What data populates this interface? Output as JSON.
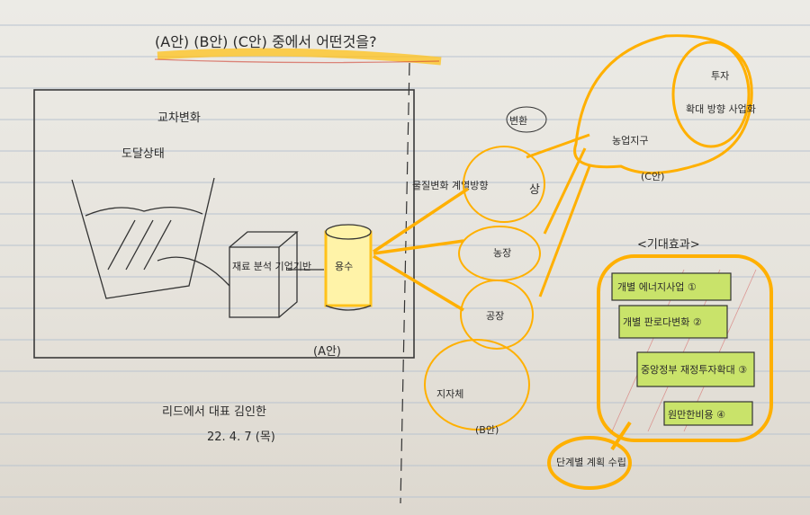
{
  "title": "(A안) (B안) (C안) 중에서 어떤것을?",
  "panel": {
    "heading": "교차변화",
    "subheading": "도달상태",
    "box_label": "재료 분석 기업기반",
    "cylinder_label": "용수",
    "version_tag": "(A안)"
  },
  "signature": {
    "line1": "리드에서 대표 김인한",
    "line2": "22. 4. 7 (목)"
  },
  "side_label": "물질변화 계열방향",
  "nodes": {
    "top_tag": "변환",
    "node1": "상",
    "node2": "농장",
    "node3": "공장",
    "node4": "지자체",
    "b_tag": "(B안)",
    "c_label": "농업지구",
    "c_tag": "(C안)",
    "right_top": "투자",
    "right_mid": "확대 방향 사업화"
  },
  "panel_right": {
    "header": "<기대효과>",
    "items": [
      "개별 에너지사업 ①",
      "개별 판로다변화 ②",
      "중앙정부 재정투자확대 ③",
      "원만한비용 ④"
    ],
    "result": "단계별 계획 수립"
  }
}
